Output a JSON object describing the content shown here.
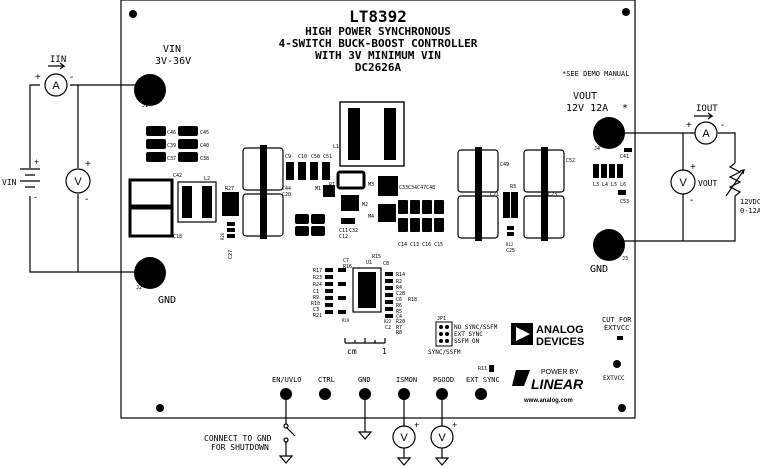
{
  "title": {
    "part": "LT8392",
    "line1": "HIGH POWER SYNCHRONOUS",
    "line2": "4-SWITCH BUCK-BOOST CONTROLLER",
    "line3": "WITH 3V MINIMUM VIN",
    "board": "DC2626A"
  },
  "left": {
    "vin_label": "VIN",
    "vin_range": "3V-36V",
    "iin_label": "IIN",
    "ammeter": "A",
    "voltmeter": "V",
    "vin_source": "VIN",
    "plus": "+",
    "minus": "-",
    "j1": "J1",
    "j2": "J2",
    "gnd": "GND"
  },
  "right": {
    "see_demo": "*SEE DEMO MANUAL",
    "vout_label": "VOUT",
    "vout_spec": "12V 12A",
    "star": "*",
    "iout_label": "IOUT",
    "ammeter": "A",
    "voltmeter": "V",
    "vout_meter_label": "VOUT",
    "load_v": "12VDC",
    "load_i": "0-12A",
    "j3": "J3",
    "j4": "J4",
    "gnd": "GND",
    "plus": "+",
    "minus": "-"
  },
  "components": {
    "c46": "C46",
    "c45": "C45",
    "c39": "C39",
    "c40": "C40",
    "c37": "C37",
    "c38": "C38",
    "c42": "C42",
    "l2": "L2",
    "r27": "R27",
    "c18": "C18",
    "r26": "R26",
    "r25": "R25",
    "c27": "C27",
    "c9": "C9",
    "c10": "C10",
    "c50": "C50",
    "c51": "C51",
    "l1": "L1",
    "c44": "C44",
    "c20": "C20",
    "m1": "M1",
    "r1": "R1",
    "m2": "M2",
    "m3": "M3",
    "m4": "M4",
    "c11": "C11",
    "c32": "C32",
    "c12": "C12",
    "c33row": "C33C34C47C48",
    "c14row": "C14 C13 C16 C15",
    "c49": "C49",
    "c52": "C52",
    "c21": "C21",
    "r3": "R3",
    "c23": "C23",
    "r12": "R12",
    "r13": "R13",
    "c25": "C25",
    "c41": "C41",
    "l3row": "L3 L4 L5 L6",
    "c53": "C53",
    "r15": "R15",
    "c7": "C7",
    "r16": "R16",
    "c8": "C8",
    "u1": "U1",
    "r17": "R17",
    "r14": "R14",
    "r23": "R23",
    "r24": "R24",
    "r2": "R2",
    "r4": "R4",
    "c28": "C28",
    "c1": "C1",
    "c6": "C6",
    "r9": "R9",
    "r10": "R10",
    "r18": "R18",
    "c3": "C3",
    "r6": "R6",
    "r21": "R21",
    "r19": "R19",
    "r5": "R5",
    "r20": "R20",
    "c4": "C4",
    "r22": "R22",
    "c2": "C2",
    "r7": "R7",
    "r8": "R8",
    "r11": "R11"
  },
  "jumper": {
    "name": "JP1",
    "opt1": "NO SYNC/SSFM",
    "opt2": "EXT SYNC",
    "opt3": "SSFM ON",
    "label": "SYNC/SSFM"
  },
  "ruler": {
    "unit": "cm",
    "mark": "1"
  },
  "logos": {
    "adi_line1": "ANALOG",
    "adi_line2": "DEVICES",
    "powered_by": "POWER BY",
    "linear": "LINEAR",
    "url": "www.analog.com",
    "cut_for": "CUT FOR",
    "extvcc": "EXTVCC",
    "extvcc_pad": "EXTVCC"
  },
  "bottom": {
    "en_uvlo": "EN/UVLO",
    "ctrl": "CTRL",
    "gnd": "GND",
    "ismon": "ISMON",
    "pgood": "PGOOD",
    "ext_sync": "EXT SYNC",
    "connect_note1": "CONNECT TO GND",
    "connect_note2": "FOR SHUTDOWN",
    "v1": "V",
    "v2": "V",
    "plus": "+"
  }
}
